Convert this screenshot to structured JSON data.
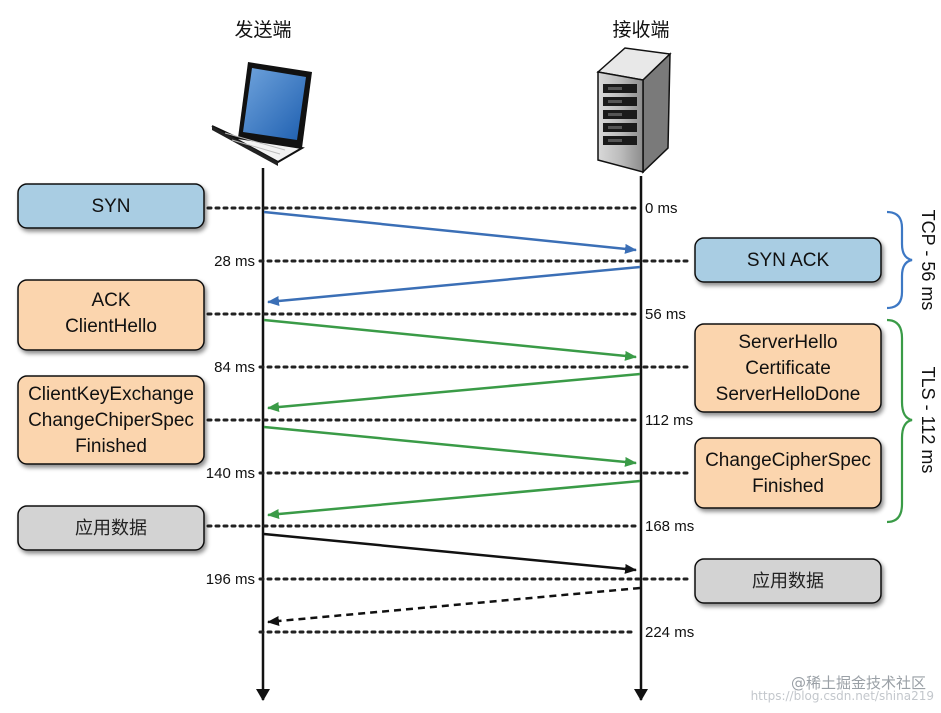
{
  "columns": {
    "sender": "发送端",
    "receiver": "接收端"
  },
  "times": {
    "t0": "0 ms",
    "t28": "28 ms",
    "t56": "56 ms",
    "t84": "84 ms",
    "t112": "112 ms",
    "t140": "140 ms",
    "t168": "168 ms",
    "t196": "196 ms",
    "t224": "224 ms"
  },
  "boxes": {
    "syn": [
      "SYN"
    ],
    "syn_ack": [
      "SYN ACK"
    ],
    "ack_hello": [
      "ACK",
      "ClientHello"
    ],
    "server_hello": [
      "ServerHello",
      "Certificate",
      "ServerHelloDone"
    ],
    "client_key": [
      "ClientKeyExchange",
      "ChangeChiperSpec",
      "Finished"
    ],
    "change_cipher": [
      "ChangeCipherSpec",
      "Finished"
    ],
    "app_data_left": [
      "应用数据"
    ],
    "app_data_right": [
      "应用数据"
    ]
  },
  "brackets": {
    "tcp": "TCP - 56 ms",
    "tls": "TLS - 112 ms"
  },
  "colors": {
    "blue_box": "#a9cde3",
    "orange_box": "#fbd5ae",
    "gray_box": "#d3d3d3",
    "blue_arrow": "#3b6fb6",
    "green_arrow": "#3a9b47",
    "black_arrow": "#111111",
    "brace_blue": "#3d78c4",
    "brace_green": "#3a9b47"
  },
  "icons": {
    "sender": "laptop-icon",
    "receiver": "server-icon"
  },
  "watermark": {
    "brand": "@稀土掘金技术社区",
    "url": "https://blog.csdn.net/shina219"
  }
}
